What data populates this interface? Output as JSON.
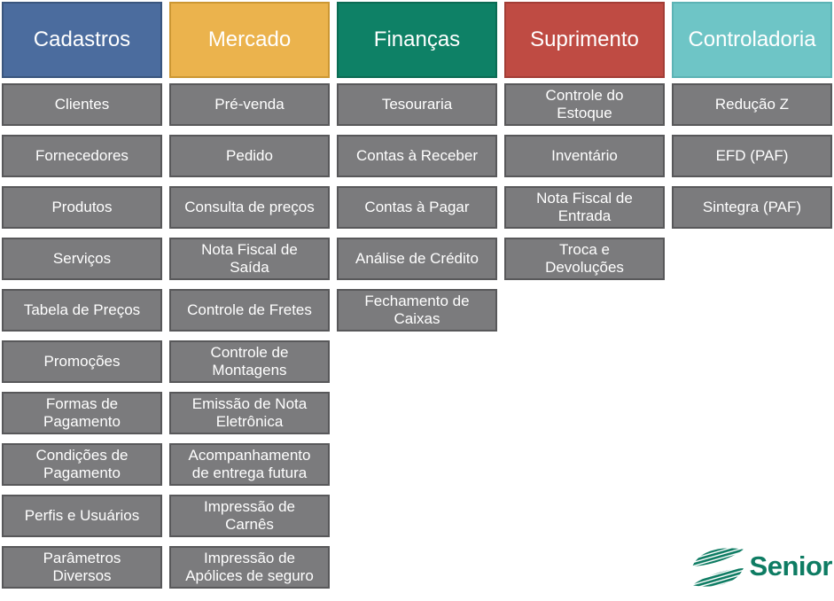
{
  "theme": {
    "background": "#ffffff",
    "item_fill": "#7b7b7d",
    "item_border": "#58585a",
    "item_text": "#ffffff"
  },
  "columns": [
    {
      "title": "Cadastros",
      "fill": "#4b6c9e",
      "border": "#3a567e",
      "items": [
        "Clientes",
        "Fornecedores",
        "Produtos",
        "Serviços",
        "Tabela de Preços",
        "Promoções",
        "Formas de\nPagamento",
        "Condições de\nPagamento",
        "Perfis e Usuários",
        "Parâmetros\nDiversos"
      ]
    },
    {
      "title": "Mercado",
      "fill": "#ebb34d",
      "border": "#cc9733",
      "items": [
        "Pré-venda",
        "Pedido",
        "Consulta de preços",
        "Nota Fiscal de\nSaída",
        "Controle de Fretes",
        "Controle de\nMontagens",
        "Emissão de Nota\nEletrônica",
        "Acompanhamento\nde entrega futura",
        "Impressão de\nCarnês",
        "Impressão de\nApólices de seguro"
      ]
    },
    {
      "title": "Finanças",
      "fill": "#0e8166",
      "border": "#0b6b53",
      "items": [
        "Tesouraria",
        "Contas à Receber",
        "Contas à Pagar",
        "Análise de Crédito",
        "Fechamento de\nCaixas"
      ]
    },
    {
      "title": "Suprimento",
      "fill": "#bf4b43",
      "border": "#a33d36",
      "items": [
        "Controle do\nEstoque",
        "Inventário",
        "Nota Fiscal de\nEntrada",
        "Troca e\nDevoluções"
      ]
    },
    {
      "title": "Controladoria",
      "fill": "#6ec5c6",
      "border": "#5cb3b5",
      "items": [
        "Redução Z",
        "EFD (PAF)",
        "Sintegra (PAF)"
      ]
    }
  ],
  "logo": {
    "text": "Senior",
    "color": "#0e7c63",
    "icon": "senior-swirl-icon"
  }
}
